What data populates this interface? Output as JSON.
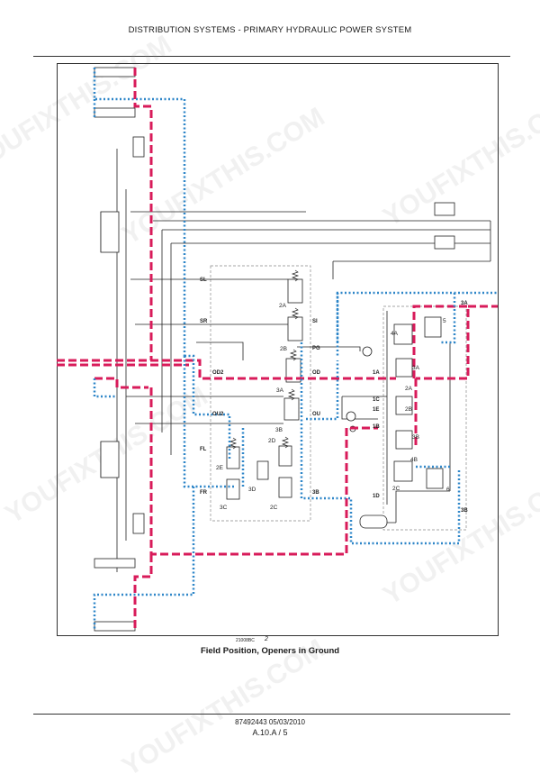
{
  "header": {
    "title": "DISTRIBUTION SYSTEMS - PRIMARY HYDRAULIC POWER SYSTEM"
  },
  "figure": {
    "id": "21008BC",
    "number": "2",
    "caption": "Field Position, Openers in Ground"
  },
  "footer": {
    "doc_ref": "87492443 05/03/2010",
    "page_ref": "A.10.A / 5"
  },
  "watermark": {
    "text": "YOUFIXTHIS.COM"
  },
  "colors": {
    "pressure_line": "#d81b5a",
    "return_line": "#2e86c8",
    "outline": "#222222"
  },
  "port_labels": {
    "sl": "SL",
    "sr": "SR",
    "si": "SI",
    "pg": "PG",
    "od2": "OD2",
    "od": "OD",
    "ou2": "OU2",
    "ou": "OU",
    "fl": "FL",
    "fr": "FR",
    "b3": "3B",
    "p1a": "1A",
    "p1c": "1C",
    "p1e": "1E",
    "p1b": "1B",
    "p1d": "1D",
    "p3a": "3A",
    "p3b_right": "3B"
  },
  "valve_labels": {
    "v2a": "2A",
    "v2b": "2B",
    "v3a": "3A",
    "v3b": "3B",
    "v2d": "2D",
    "v2e": "2E",
    "v3d": "3D",
    "v3c": "3C",
    "v2c": "2C",
    "r4a": "4A",
    "r5": "5",
    "r3a": "3A",
    "r2a": "2A",
    "r2b": "2B",
    "r3b": "3B",
    "r4b": "4B",
    "r6": "6",
    "r2c": "2C"
  }
}
